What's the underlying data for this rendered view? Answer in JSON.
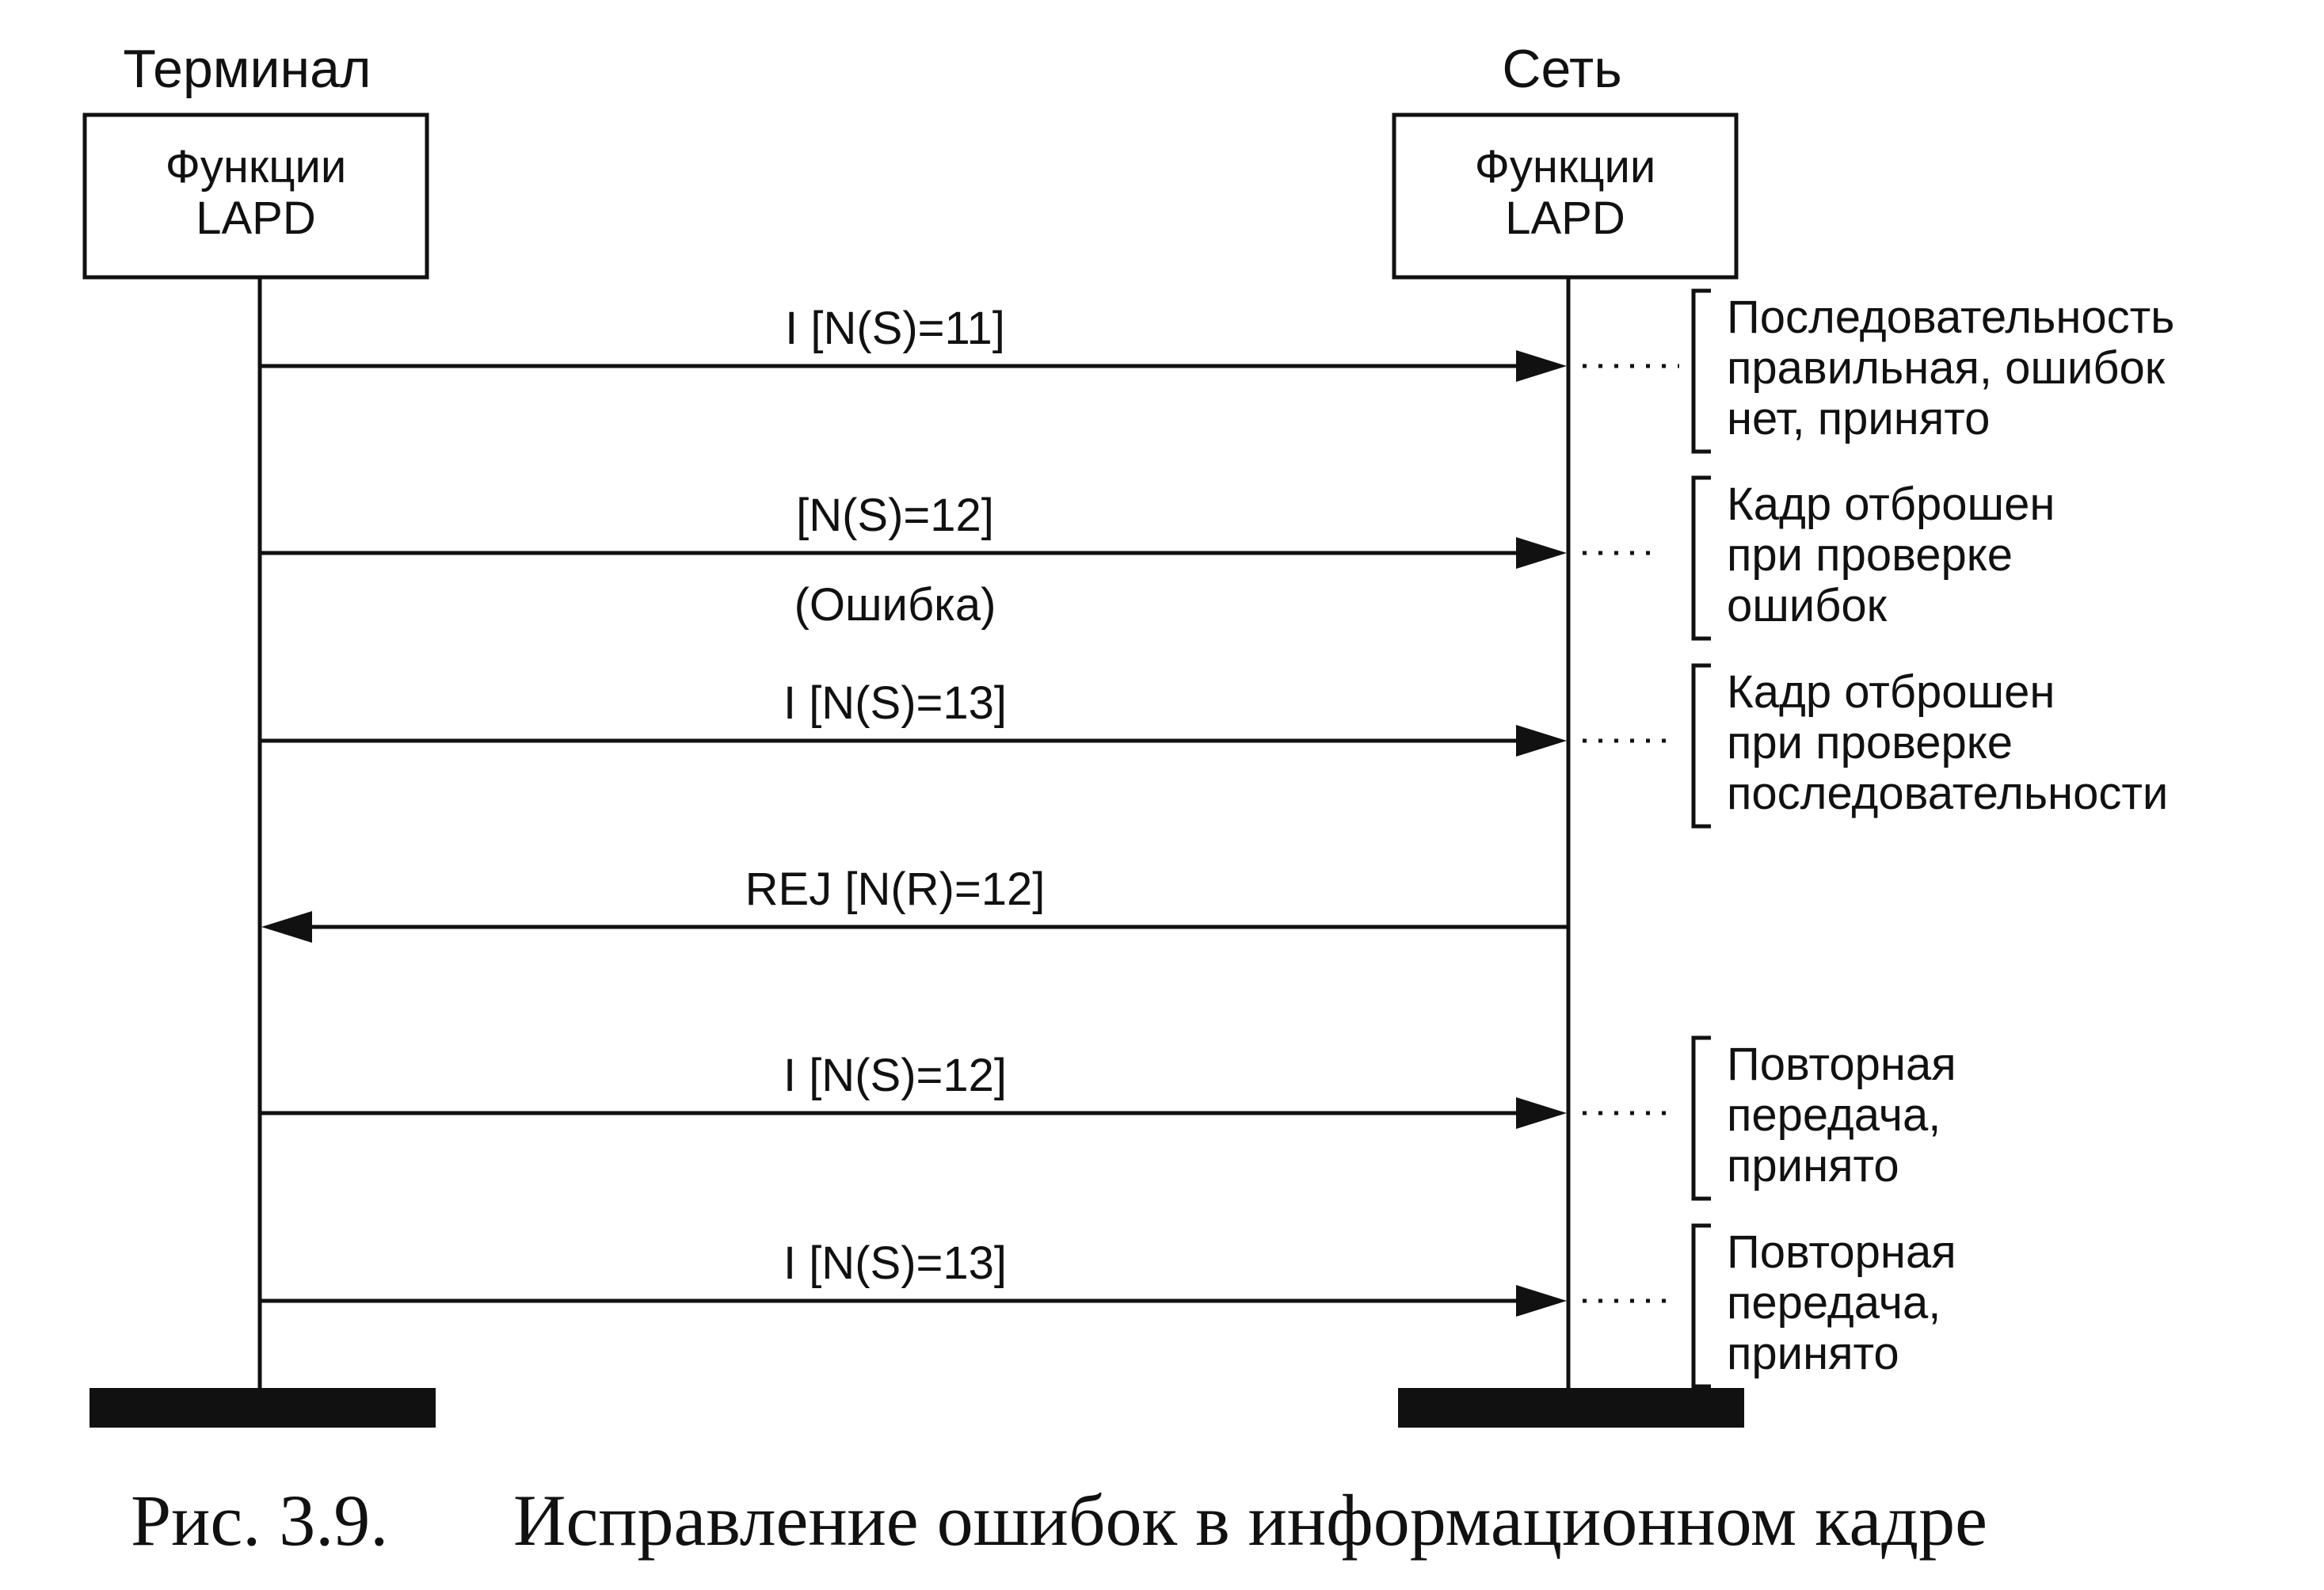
{
  "left_entity": {
    "title": "Терминал",
    "box_line1": "Функции",
    "box_line2": "LAPD"
  },
  "right_entity": {
    "title": "Сеть",
    "box_line1": "Функции",
    "box_line2": "LAPD"
  },
  "messages": [
    {
      "label": "I [N(S)=11]",
      "direction": "right",
      "sublabel": "",
      "note": [
        "Последовательность",
        "правильная, ошибок",
        "нет, принято"
      ]
    },
    {
      "label": "[N(S)=12]",
      "direction": "right",
      "sublabel": "(Ошибка)",
      "note": [
        "Кадр отброшен",
        "при проверке",
        "ошибок"
      ]
    },
    {
      "label": "I [N(S)=13]",
      "direction": "right",
      "sublabel": "",
      "note": [
        "Кадр отброшен",
        "при проверке",
        "последовательности"
      ]
    },
    {
      "label": "REJ [N(R)=12]",
      "direction": "left",
      "sublabel": "",
      "note": []
    },
    {
      "label": "I [N(S)=12]",
      "direction": "right",
      "sublabel": "",
      "note": [
        "Повторная",
        "передача,",
        "принято"
      ]
    },
    {
      "label": "I [N(S)=13]",
      "direction": "right",
      "sublabel": "",
      "note": [
        "Повторная",
        "передача,",
        "принято"
      ]
    }
  ],
  "caption": {
    "number": "Рис. 3.9.",
    "text": "Исправление ошибок в информационном кадре"
  },
  "colors": {
    "ink": "#111111",
    "background": "#ffffff"
  }
}
